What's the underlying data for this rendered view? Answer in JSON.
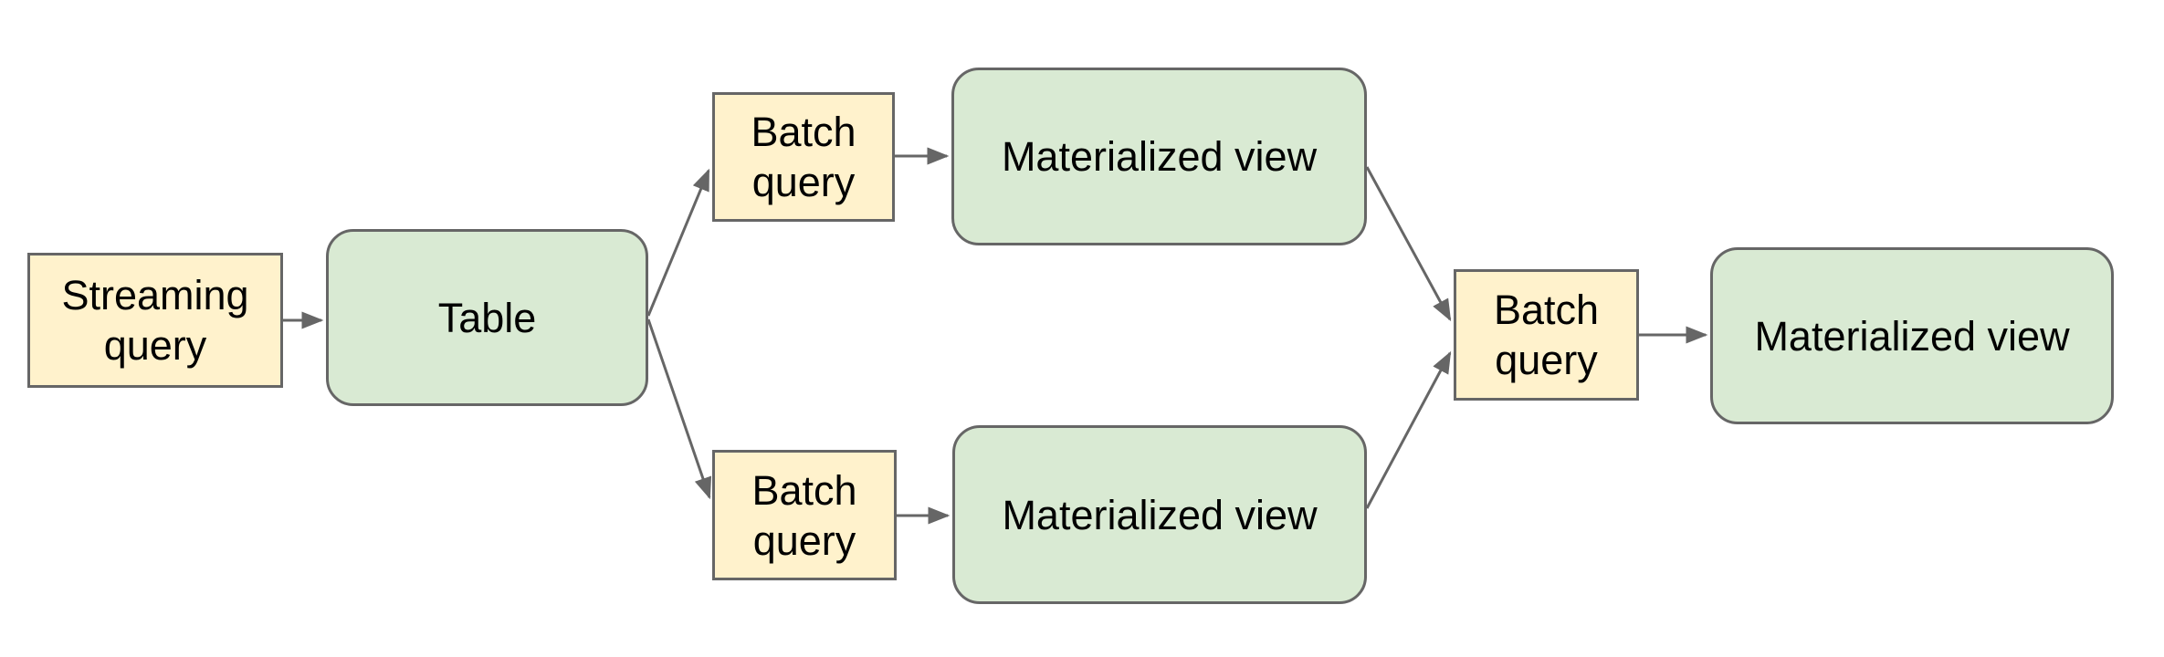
{
  "diagram": {
    "type": "flowchart",
    "colors": {
      "background": "#ffffff",
      "query_node_fill": "#fff2cc",
      "store_node_fill": "#d9ead3",
      "node_border": "#666666",
      "arrow": "#666666",
      "text": "#000000"
    },
    "nodes": [
      {
        "id": "streaming-query",
        "label": "Streaming query",
        "kind": "query",
        "shape": "rectangle"
      },
      {
        "id": "table",
        "label": "Table",
        "kind": "store",
        "shape": "rounded-rectangle"
      },
      {
        "id": "batch-query-top",
        "label": "Batch query",
        "kind": "query",
        "shape": "rectangle"
      },
      {
        "id": "materialized-view-top",
        "label": "Materialized view",
        "kind": "store",
        "shape": "rounded-rectangle"
      },
      {
        "id": "batch-query-bottom",
        "label": "Batch query",
        "kind": "query",
        "shape": "rectangle"
      },
      {
        "id": "materialized-view-bottom",
        "label": "Materialized view",
        "kind": "store",
        "shape": "rounded-rectangle"
      },
      {
        "id": "batch-query-right",
        "label": "Batch query",
        "kind": "query",
        "shape": "rectangle"
      },
      {
        "id": "materialized-view-right",
        "label": "Materialized view",
        "kind": "store",
        "shape": "rounded-rectangle"
      }
    ],
    "edges": [
      {
        "from": "streaming-query",
        "to": "table"
      },
      {
        "from": "table",
        "to": "batch-query-top"
      },
      {
        "from": "table",
        "to": "batch-query-bottom"
      },
      {
        "from": "batch-query-top",
        "to": "materialized-view-top"
      },
      {
        "from": "batch-query-bottom",
        "to": "materialized-view-bottom"
      },
      {
        "from": "materialized-view-top",
        "to": "batch-query-right"
      },
      {
        "from": "materialized-view-bottom",
        "to": "batch-query-right"
      },
      {
        "from": "batch-query-right",
        "to": "materialized-view-right"
      }
    ]
  }
}
